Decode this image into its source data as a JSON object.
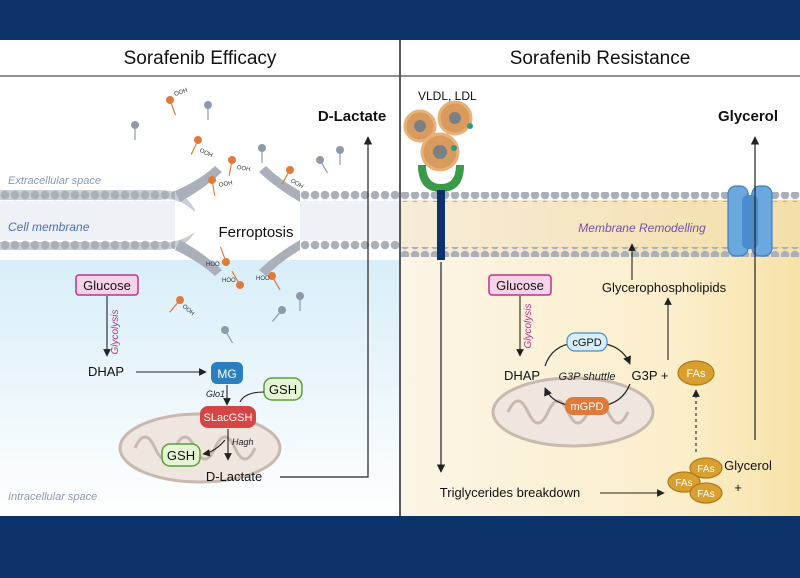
{
  "panels": {
    "left_title": "Sorafenib Efficacy",
    "right_title": "Sorafenib Resistance"
  },
  "left": {
    "extracellular_label": "Extracellular space",
    "cell_membrane_label": "Cell membrane",
    "intracellular_label": "Intracellular space",
    "ferroptosis_label": "Ferroptosis",
    "d_lactate_out": "D-Lactate",
    "glucose": "Glucose",
    "glycolysis": "Glycolysis",
    "dhap": "DHAP",
    "mg": "MG",
    "glo1": "Glo1",
    "gsh_1": "GSH",
    "slacgsh": "SLacGSH",
    "hagh": "Hagh",
    "gsh_2": "GSH",
    "d_lactate_in": "D-Lactate",
    "ooh_label": "OOH",
    "hoo_label": "HOO"
  },
  "right": {
    "vldl_ldl": "VLDL, LDL",
    "glycerol_out": "Glycerol",
    "membrane_remodelling": "Membrane Remodelling",
    "glucose": "Glucose",
    "glycolysis": "Glycolysis",
    "glycerophospholipids": "Glycerophospholipids",
    "cgpd": "cGPD",
    "dhap": "DHAP",
    "g3p_shuttle": "G3P shuttle",
    "g3p_plus": "G3P +",
    "fas_1": "FAs",
    "mgpd": "mGPD",
    "triglycerides": "Triglycerides breakdown",
    "fas_cluster": [
      "FAs",
      "FAs",
      "FAs"
    ],
    "glycerol_in": "Glycerol",
    "plus": "+"
  },
  "colors": {
    "background": "#0b3369",
    "glucose_box": "#f6d3e8",
    "glucose_border": "#c0308a",
    "mg": "#2a7fc1",
    "slacgsh": "#d64545",
    "gsh_box": "#e6f5d6",
    "gsh_border": "#5a9e3a",
    "cgpd": "#d9eef8",
    "mgpd": "#e07a3a",
    "fas": "#d9a030",
    "receptor": "#3a9a48",
    "channel": "#6aa8de"
  }
}
